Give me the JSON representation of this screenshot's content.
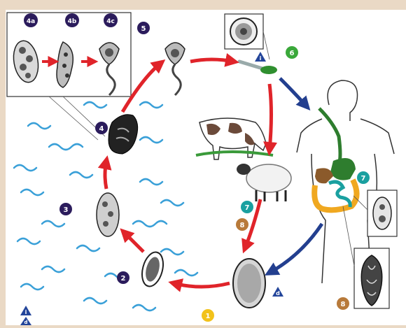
{
  "stages": [
    {
      "id": "1",
      "label": "1",
      "color": "#f2c21b"
    },
    {
      "id": "2",
      "label": "2",
      "color": "#2b1c5c"
    },
    {
      "id": "3",
      "label": "3",
      "color": "#2b1c5c"
    },
    {
      "id": "4",
      "label": "4",
      "color": "#2b1c5c"
    },
    {
      "id": "4a",
      "label": "4a",
      "color": "#2b1c5c"
    },
    {
      "id": "4b",
      "label": "4b",
      "color": "#2b1c5c"
    },
    {
      "id": "4c",
      "label": "4c",
      "color": "#2b1c5c"
    },
    {
      "id": "5",
      "label": "5",
      "color": "#2b1c5c"
    },
    {
      "id": "6",
      "label": "6",
      "color": "#3aa83a"
    },
    {
      "id": "7-human",
      "label": "7",
      "color": "#1aa0a0"
    },
    {
      "id": "7-animal",
      "label": "7",
      "color": "#1aa0a0"
    },
    {
      "id": "8-human",
      "label": "8",
      "color": "#b87a3a"
    },
    {
      "id": "8-animal",
      "label": "8",
      "color": "#b87a3a"
    }
  ],
  "markers": {
    "infective": {
      "label": "i"
    },
    "diagnostic": {
      "label": "d"
    }
  },
  "colors": {
    "background": "#ead9c5",
    "panel": "#ffffff",
    "arrow_red": "#e0242a",
    "arrow_blue": "#233f8f",
    "water": "#3aa0d8",
    "marker_blue": "#23459a"
  }
}
